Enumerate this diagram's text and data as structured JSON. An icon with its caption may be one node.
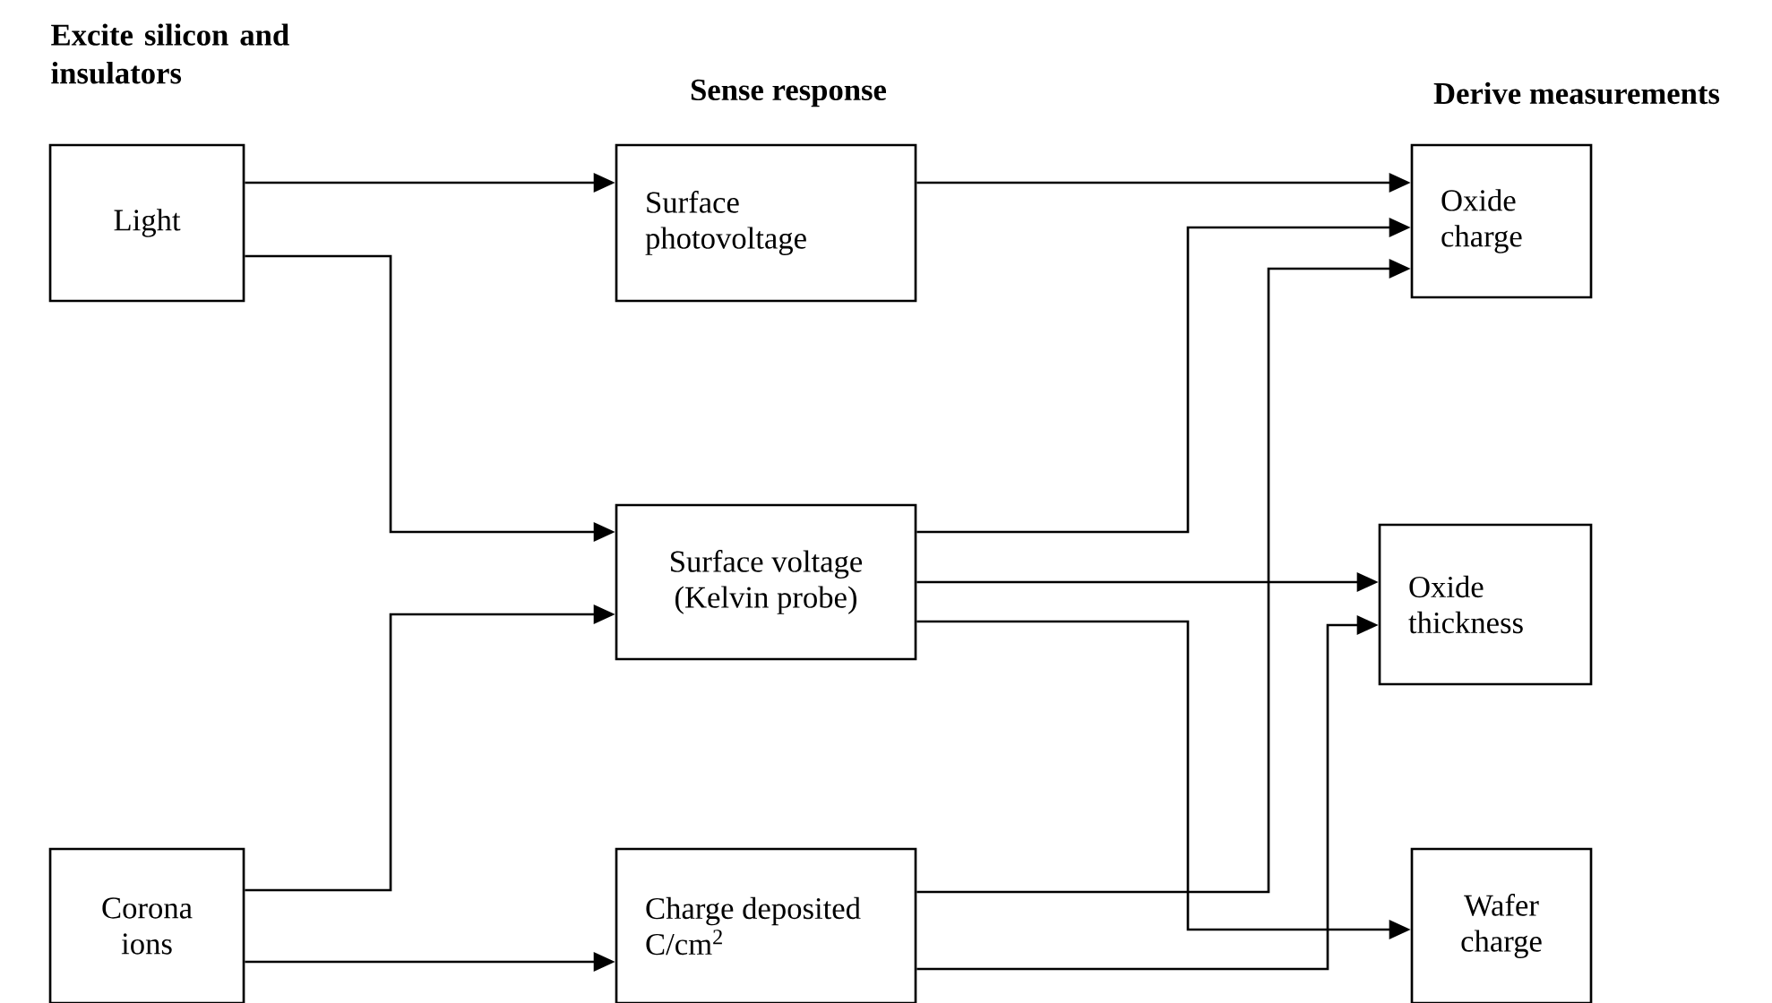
{
  "diagram": {
    "nodes": [
      {
        "text": [
          "Light"
        ]
      },
      {
        "text": [
          "Surface photovoltage"
        ]
      },
      {
        "text": [
          "Oxide charge"
        ]
      },
      {
        "text": [
          "Surface voltage (Kelvin probe)"
        ]
      },
      {
        "text": [
          "Oxide thickness"
        ]
      },
      {
        "text": [
          "Corona ions"
        ]
      },
      {
        "text": [
          "Charge deposited C/cm$^{2}$"
        ]
      },
      {
        "text": [
          "Wafer charge"
        ]
      }
    ],
    "edges": [
      {
        "from": 0,
        "to": 1,
        "arrow": "to"
      },
      {
        "from": 0,
        "to": 3,
        "arrow": "to"
      },
      {
        "from": 5,
        "to": 3,
        "arrow": "to"
      },
      {
        "from": 5,
        "to": 6,
        "arrow": "to"
      },
      {
        "from": 1,
        "to": 2,
        "arrow": "to"
      },
      {
        "from": 3,
        "to": 2,
        "arrow": "to"
      },
      {
        "from": 6,
        "to": 2,
        "arrow": "to"
      },
      {
        "from": 3,
        "to": 4,
        "arrow": "to"
      },
      {
        "from": 6,
        "to": 4,
        "arrow": "to"
      },
      {
        "from": 3,
        "to": 7,
        "arrow": "to"
      }
    ],
    "labels": [
      "Excite silicon and insulators",
      "Sense response",
      "Derive measurements"
    ]
  }
}
